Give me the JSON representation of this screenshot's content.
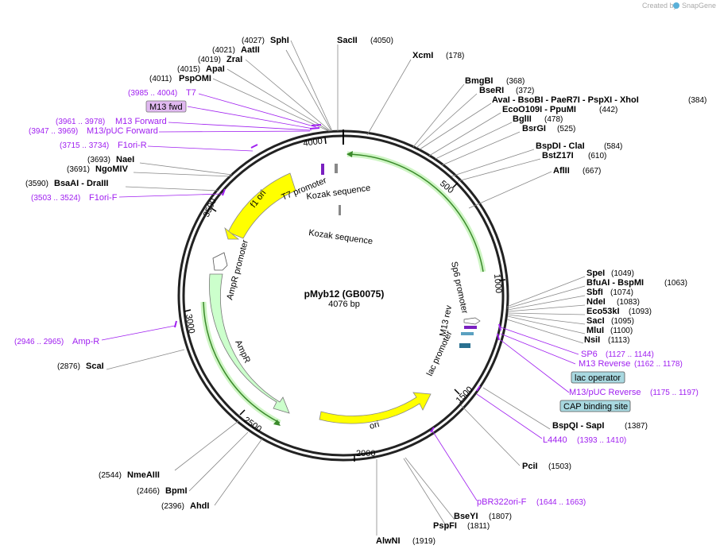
{
  "brand": {
    "created_by": "Created by",
    "name": "SnapGene"
  },
  "plasmid": {
    "name": "pMyb12 (GB0075)",
    "length": "4076 bp"
  },
  "ticks": [
    "500",
    "1000",
    "1500",
    "2000",
    "2500",
    "3000",
    "3500",
    "4000"
  ],
  "enzymes": [
    {
      "name": "SphI",
      "pos": "(4027)",
      "side": "left"
    },
    {
      "name": "AatII",
      "pos": "(4021)",
      "side": "left"
    },
    {
      "name": "ZraI",
      "pos": "(4019)",
      "side": "left"
    },
    {
      "name": "ApaI",
      "pos": "(4015)",
      "side": "left"
    },
    {
      "name": "PspOMI",
      "pos": "(4011)",
      "side": "left"
    },
    {
      "name": "SacII",
      "pos": "(4050)",
      "side": "right"
    },
    {
      "name": "XcmI",
      "pos": "(178)",
      "side": "right"
    },
    {
      "name": "BmgBI",
      "pos": "(368)",
      "side": "right"
    },
    {
      "name": "BseRI",
      "pos": "(372)",
      "side": "right"
    },
    {
      "name": "AvaI - BsoBI - PaeR7I - PspXI - XhoI",
      "pos": "(384)",
      "side": "right"
    },
    {
      "name": "EcoO109I - PpuMI",
      "pos": "(442)",
      "side": "right"
    },
    {
      "name": "BglII",
      "pos": "(478)",
      "side": "right"
    },
    {
      "name": "BsrGI",
      "pos": "(525)",
      "side": "right"
    },
    {
      "name": "BspDI - ClaI",
      "pos": "(584)",
      "side": "right"
    },
    {
      "name": "BstZ17I",
      "pos": "(610)",
      "side": "right"
    },
    {
      "name": "AflII",
      "pos": "(667)",
      "side": "right"
    },
    {
      "name": "SpeI",
      "pos": "(1049)",
      "side": "right"
    },
    {
      "name": "BfuAI - BspMI",
      "pos": "(1063)",
      "side": "right"
    },
    {
      "name": "SbfI",
      "pos": "(1074)",
      "side": "right"
    },
    {
      "name": "NdeI",
      "pos": "(1083)",
      "side": "right"
    },
    {
      "name": "Eco53kI",
      "pos": "(1093)",
      "side": "right"
    },
    {
      "name": "SacI",
      "pos": "(1095)",
      "side": "right"
    },
    {
      "name": "MluI",
      "pos": "(1100)",
      "side": "right"
    },
    {
      "name": "NsiI",
      "pos": "(1113)",
      "side": "right"
    },
    {
      "name": "BspQI - SapI",
      "pos": "(1387)",
      "side": "right"
    },
    {
      "name": "PciI",
      "pos": "(1503)",
      "side": "right"
    },
    {
      "name": "BseYI",
      "pos": "(1807)",
      "side": "right"
    },
    {
      "name": "PspFI",
      "pos": "(1811)",
      "side": "right"
    },
    {
      "name": "AlwNI",
      "pos": "(1919)",
      "side": "right"
    },
    {
      "name": "NaeI",
      "pos": "(3693)",
      "side": "left"
    },
    {
      "name": "NgoMIV",
      "pos": "(3691)",
      "side": "left"
    },
    {
      "name": "BsaAI - DraIII",
      "pos": "(3590)",
      "side": "left"
    },
    {
      "name": "ScaI",
      "pos": "(2876)",
      "side": "left"
    },
    {
      "name": "NmeAIII",
      "pos": "(2544)",
      "side": "left"
    },
    {
      "name": "BpmI",
      "pos": "(2466)",
      "side": "left"
    },
    {
      "name": "AhdI",
      "pos": "(2396)",
      "side": "left"
    }
  ],
  "primers": [
    {
      "name": "T7",
      "pos": "(3985 .. 4004)"
    },
    {
      "name": "M13 fwd",
      "pos": ""
    },
    {
      "name": "M13 Forward",
      "pos": "(3961 .. 3978)"
    },
    {
      "name": "M13/pUC Forward",
      "pos": "(3947 .. 3969)"
    },
    {
      "name": "F1ori-R",
      "pos": "(3715 .. 3734)"
    },
    {
      "name": "F1ori-F",
      "pos": "(3503 .. 3524)"
    },
    {
      "name": "Amp-R",
      "pos": "(2946 .. 2965)"
    },
    {
      "name": "SP6",
      "pos": "(1127 .. 1144)"
    },
    {
      "name": "M13 Reverse",
      "pos": "(1162 .. 1178)"
    },
    {
      "name": "M13/pUC Reverse",
      "pos": "(1175 .. 1197)"
    },
    {
      "name": "L4440",
      "pos": "(1393 .. 1410)"
    },
    {
      "name": "pBR322ori-F",
      "pos": "(1644 .. 1663)"
    }
  ],
  "boxed_features": [
    {
      "name": "lac operator"
    },
    {
      "name": "CAP binding site"
    }
  ],
  "features": [
    {
      "name": "f1 ori"
    },
    {
      "name": "AmpR promoter"
    },
    {
      "name": "AmpR"
    },
    {
      "name": "ori"
    },
    {
      "name": "T7 promoter"
    },
    {
      "name": "Kozak sequence"
    },
    {
      "name": "Kozak sequence"
    },
    {
      "name": "Sp6 promoter"
    },
    {
      "name": "M13 rev"
    },
    {
      "name": "lac promoter"
    }
  ],
  "colors": {
    "backbone": "#222222",
    "feature_yellow": "#ffff00",
    "feature_green": "#ccffcc",
    "primer": "#a020f0",
    "box_blue": "#a8d8e0",
    "box_purple": "#e0b8f0"
  }
}
